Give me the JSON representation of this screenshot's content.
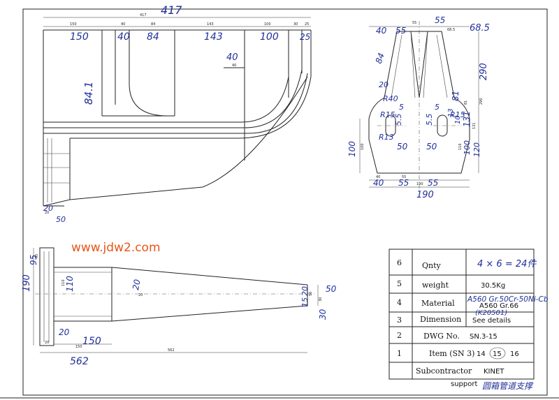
{
  "watermark": "www.jdw2.com",
  "front_view": {
    "print_dims": [
      "417",
      "150",
      "40",
      "84",
      "143",
      "100",
      "30",
      "25",
      "40",
      "20"
    ],
    "hand_dims": [
      "417",
      "150",
      "40",
      "84",
      "143",
      "100",
      "25",
      "40",
      "84.1",
      "20",
      "50"
    ]
  },
  "side_view": {
    "print_dims": [
      "55",
      "68.5",
      "290",
      "81",
      "131",
      "116",
      "100",
      "40",
      "55",
      "190"
    ],
    "hand_dims": [
      "55",
      "40",
      "55",
      "68.5",
      "84",
      "290",
      "20",
      "R40",
      "5",
      "5",
      "R15",
      "R15",
      "5.5",
      "5.5",
      "81",
      "131",
      "13",
      "10",
      "50",
      "50",
      "R13",
      "100",
      "120",
      "100",
      "40",
      "55",
      "55",
      "190"
    ]
  },
  "bottom_view": {
    "print_dims": [
      "95",
      "110",
      "20",
      "20",
      "150",
      "562",
      "50",
      "30"
    ],
    "hand_dims": [
      "95",
      "190",
      "110",
      "20",
      "20",
      "150",
      "562",
      "50",
      "30",
      "15",
      "20"
    ]
  },
  "title_block": {
    "rows": [
      {
        "num": "6",
        "label": "Qnty",
        "value": "4 × 6 = 24件"
      },
      {
        "num": "5",
        "label": "weight",
        "value": "30.5Kg"
      },
      {
        "num": "4",
        "label": "Material",
        "value": "A560 Gr.50Cr-50Ni-Cb",
        "value_sub": "A560 Gr.66",
        "value_note": "(K20501)"
      },
      {
        "num": "3",
        "label": "Dimension",
        "value": "See details"
      },
      {
        "num": "2",
        "label": "DWG No.",
        "value": "SN.3-15"
      },
      {
        "num": "1",
        "label": "Item (SN 3)",
        "value_pre": "14",
        "value_mid": "15",
        "value_post": "16"
      }
    ],
    "subcontractor_label": "Subcontractor",
    "subcontractor_value": "KINET",
    "support_label": "support",
    "support_value": "圆箱管道支撑"
  }
}
